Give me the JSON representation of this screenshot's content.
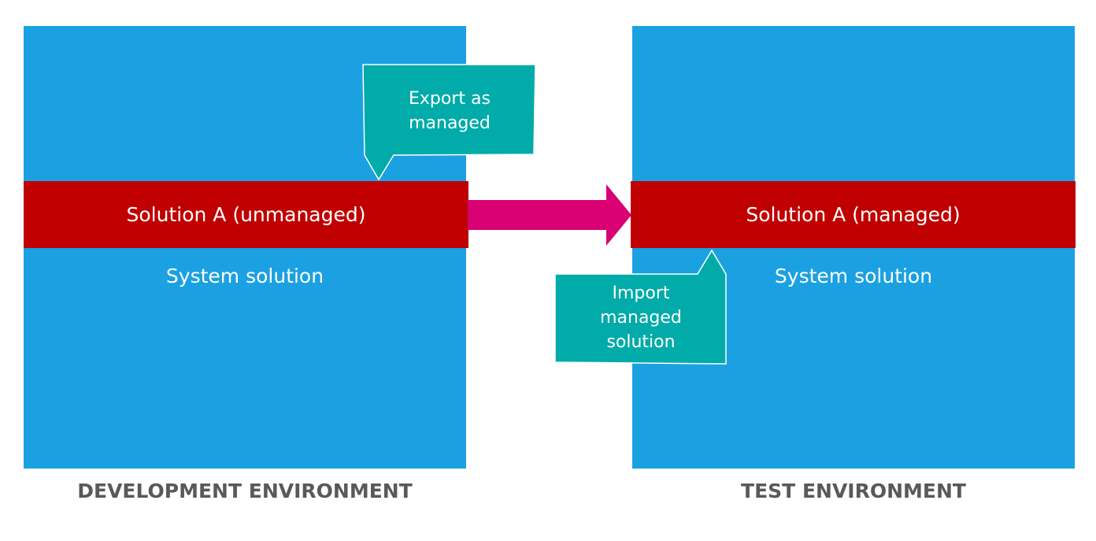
{
  "environments": {
    "development": {
      "caption": "DEVELOPMENT ENVIRONMENT",
      "system_label": "System solution",
      "solution_label": "Solution A (unmanaged)"
    },
    "test": {
      "caption": "TEST ENVIRONMENT",
      "system_label": "System solution",
      "solution_label": "Solution A (managed)"
    }
  },
  "callouts": {
    "export": "Export as\nmanaged",
    "import": "Import\nmanaged\nsolution"
  },
  "colors": {
    "environment_panel": "#1ba1e2",
    "solution_bar": "#c00000",
    "transfer_arrow": "#d80073",
    "callout_fill": "#00aba9",
    "caption_text": "#595959"
  }
}
